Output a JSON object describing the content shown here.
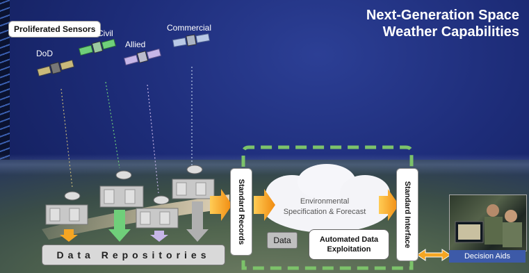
{
  "title": "Next-Generation Space Weather Capabilities",
  "title_lines": [
    "Next-Generation Space",
    "Weather Capabilities"
  ],
  "proliferated_sensors": "Proliferated Sensors",
  "sensor_labels": {
    "dod": "DoD",
    "civil": "Civil",
    "allied": "Allied",
    "commercial": "Commercial"
  },
  "data_repositories": "Data Repositories",
  "standard_records": "Standard Records",
  "environmental_spec": [
    "Environmental",
    "Specification & Forecast"
  ],
  "data": "Data",
  "automated_exploitation": [
    "Automated Data",
    "Exploitation"
  ],
  "standard_interface": "Standard Interface",
  "decision_aids": "Decision Aids",
  "colors": {
    "background": "#1d2c78",
    "dod": "#c9b97a",
    "civil": "#6fcf7a",
    "allied": "#c6b6e8",
    "commercial": "#b9c9e6",
    "arrow_orange": "#f5a623",
    "dashed_green": "#7cc26a"
  },
  "icons": [
    "satellite-icon",
    "ground-antenna-icon",
    "double-arrow-icon"
  ]
}
